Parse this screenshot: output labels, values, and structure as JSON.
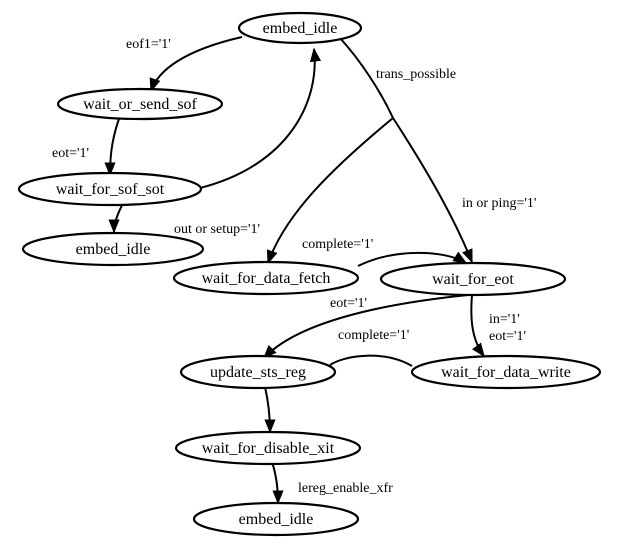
{
  "states": [
    {
      "id": "s_embed_idle_top",
      "label": "embed_idle"
    },
    {
      "id": "s_wait_or_send_sof",
      "label": "wait_or_send_sof"
    },
    {
      "id": "s_wait_for_sof_sot",
      "label": "wait_for_sof_sot"
    },
    {
      "id": "s_embed_idle_left",
      "label": "embed_idle"
    },
    {
      "id": "s_wait_for_data_fetch",
      "label": "wait_for_data_fetch"
    },
    {
      "id": "s_wait_for_eot",
      "label": "wait_for_eot"
    },
    {
      "id": "s_update_sts_reg",
      "label": "update_sts_reg"
    },
    {
      "id": "s_wait_for_data_write",
      "label": "wait_for_data_write"
    },
    {
      "id": "s_wait_for_disable_xit",
      "label": "wait_for_disable_xit"
    },
    {
      "id": "s_embed_idle_bottom",
      "label": "embed_idle"
    }
  ],
  "transition_labels": {
    "eof1": "eof1='1'",
    "trans_possible": "trans_possible",
    "eot_top": "eot='1'",
    "in_or_ping": "in or ping='1'",
    "out_or_setup": "out or setup='1'",
    "complete_fetch": "complete='1'",
    "eot_mid": "eot='1'",
    "complete_write": "complete='1'",
    "in_eot_line1": "in='1'",
    "in_eot_line2": "eot='1'",
    "lereg_enable_xfr": "lereg_enable_xfr"
  }
}
